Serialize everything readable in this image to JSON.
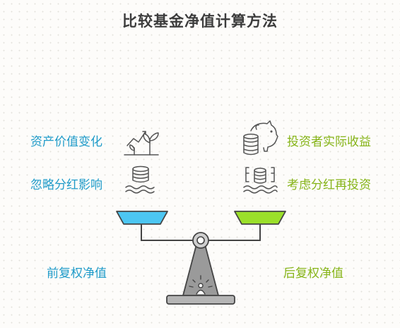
{
  "title": "比较基金净值计算方法",
  "left": {
    "items": [
      "资产价值变化",
      "忽略分红影响"
    ],
    "footer": "前复权净值"
  },
  "right": {
    "items": [
      "投资者实际收益",
      "考虑分红再投资"
    ],
    "footer": "后复权净值"
  },
  "colors": {
    "left_accent": "#1f9bc9",
    "right_accent": "#86b418",
    "left_pan": "#4cc6f2",
    "right_pan": "#9be02a",
    "stand": "#9a9a9a",
    "outline": "#444444"
  },
  "icons": {
    "left": [
      "plant-growth-icon",
      "coins-water-icon"
    ],
    "right": [
      "piggy-bank-icon",
      "coins-bracket-icon"
    ],
    "base": "person-icon"
  }
}
